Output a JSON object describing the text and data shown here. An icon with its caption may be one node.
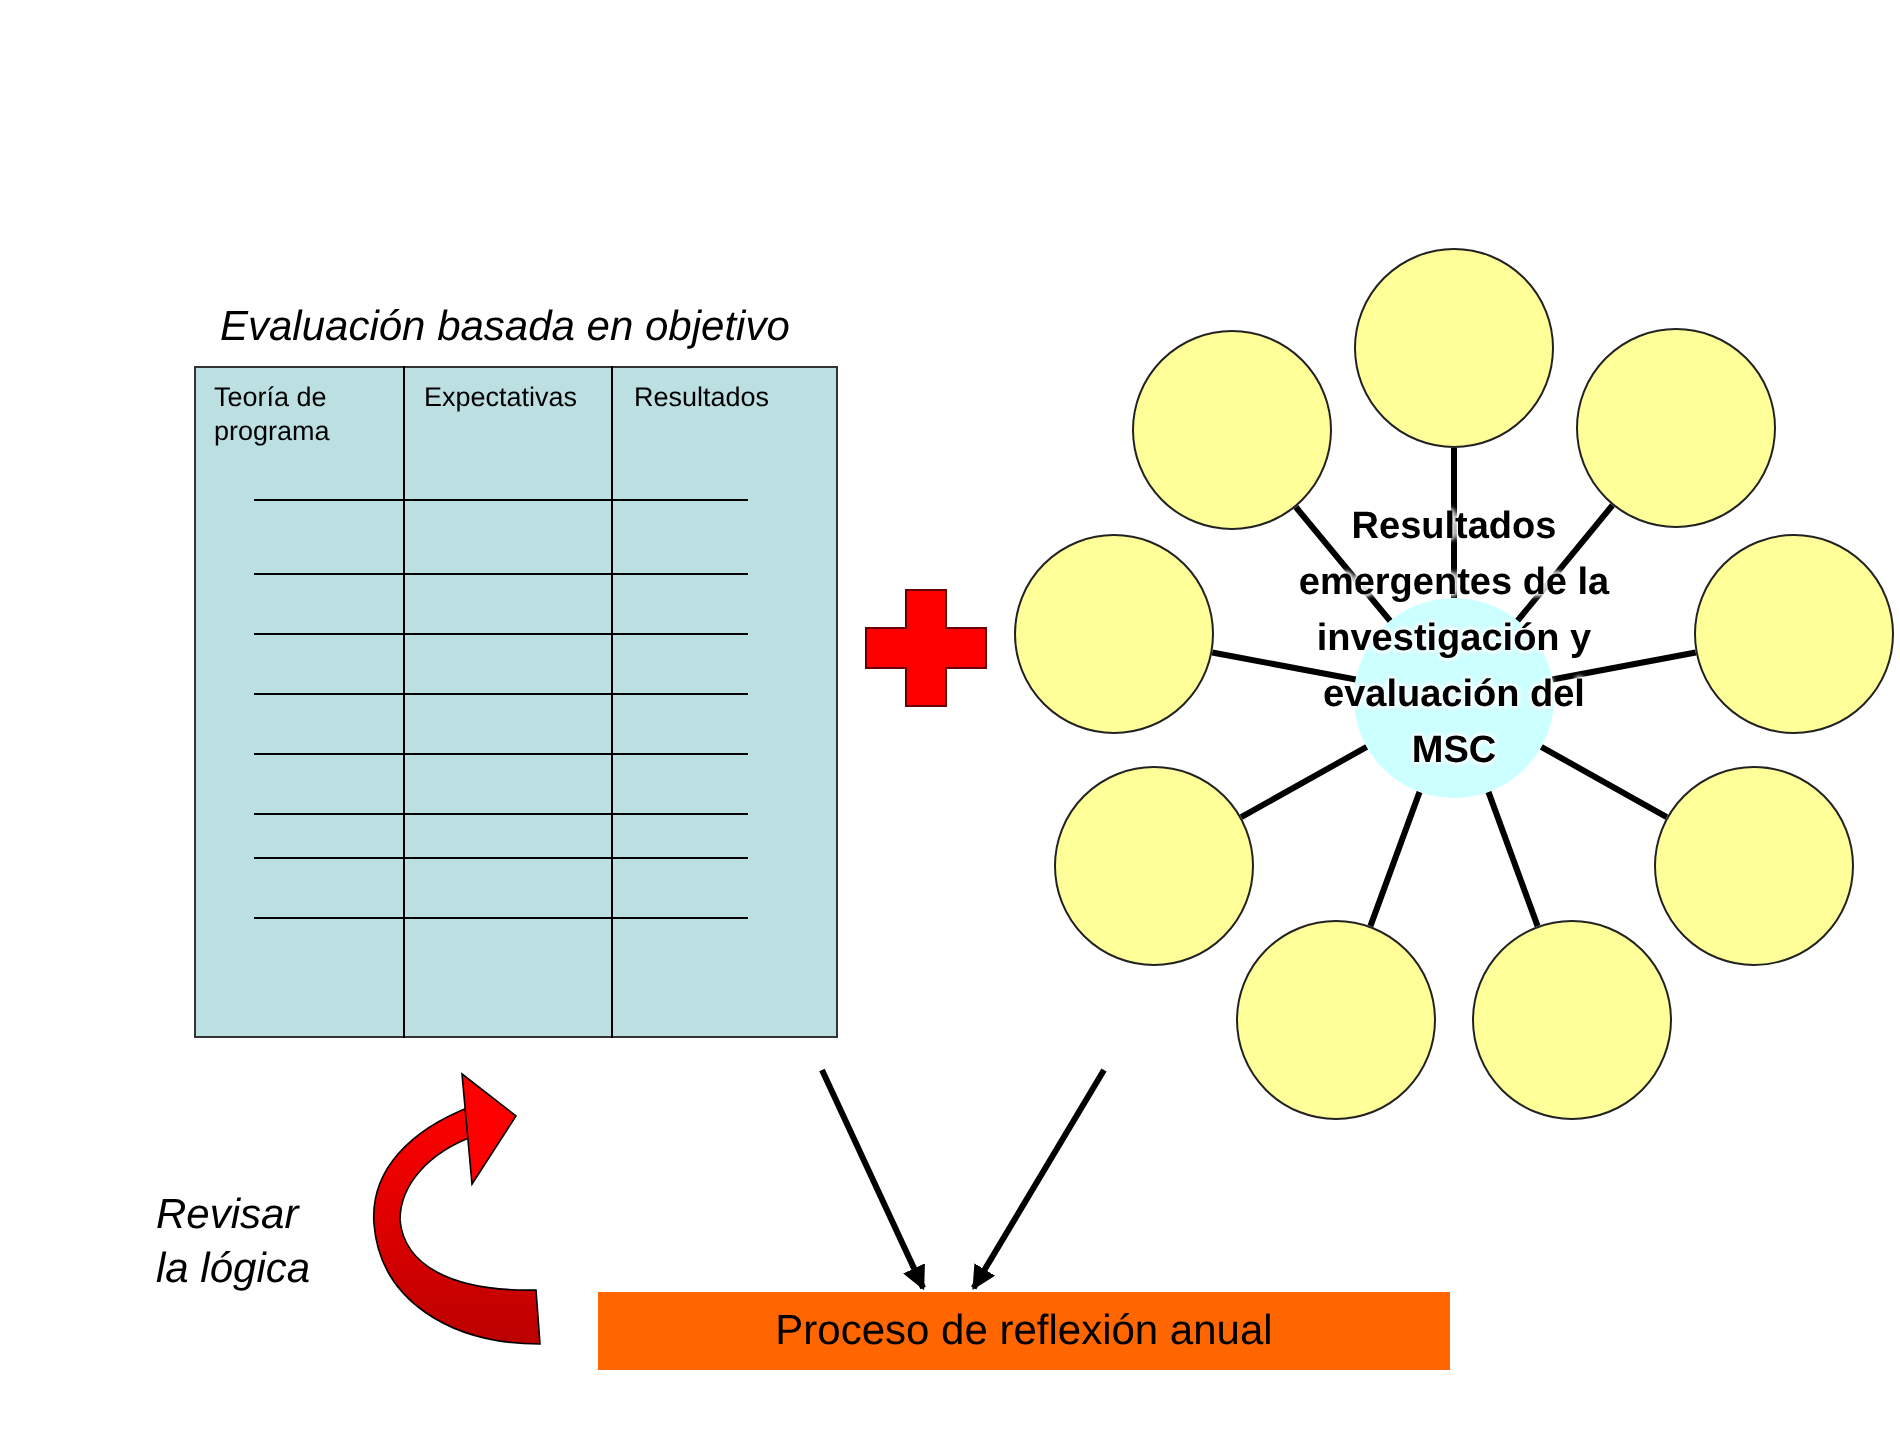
{
  "diagram": {
    "nodes": [
      {
        "text": [
          "Evaluación basada en objetivo"
        ]
      },
      {
        "text": [
          "Resultados emergentes de la investigación y evaluación del MSC"
        ]
      },
      {
        "text": [],
        "shape": "circle"
      },
      {
        "text": [],
        "shape": "circle"
      },
      {
        "text": [],
        "shape": "circle"
      },
      {
        "text": [],
        "shape": "circle"
      },
      {
        "text": [],
        "shape": "circle"
      },
      {
        "text": [],
        "shape": "circle"
      },
      {
        "text": [],
        "shape": "circle"
      },
      {
        "text": [],
        "shape": "circle"
      },
      {
        "text": [],
        "shape": "circle"
      },
      {
        "text": [
          "Proceso de reflexión anual"
        ]
      }
    ],
    "edges": [
      {
        "from": 1,
        "to": 2,
        "arrow": "none"
      },
      {
        "from": 1,
        "to": 3,
        "arrow": "none"
      },
      {
        "from": 1,
        "to": 4,
        "arrow": "none"
      },
      {
        "from": 1,
        "to": 5,
        "arrow": "none"
      },
      {
        "from": 1,
        "to": 6,
        "arrow": "none"
      },
      {
        "from": 1,
        "to": 7,
        "arrow": "none"
      },
      {
        "from": 1,
        "to": 8,
        "arrow": "none"
      },
      {
        "from": 1,
        "to": 9,
        "arrow": "none"
      },
      {
        "from": 1,
        "to": 10,
        "arrow": "none"
      },
      {
        "from": null,
        "to": 11,
        "arrow": "to"
      },
      {
        "from": null,
        "to": 11,
        "arrow": "to"
      }
    ],
    "labels": [
      "Teoría de programa",
      "Expectativas",
      "Resultados",
      "Revisar la lógica"
    ]
  }
}
